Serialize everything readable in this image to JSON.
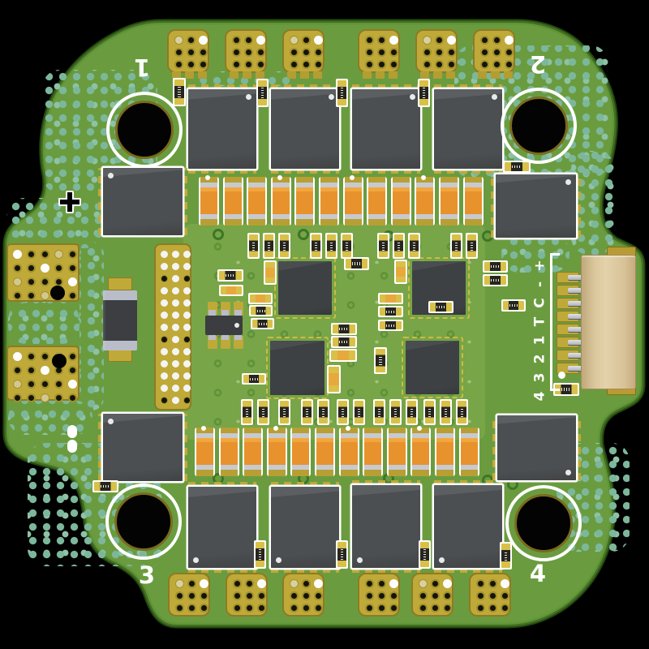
{
  "board": {
    "corner_labels": [
      "1",
      "2",
      "3",
      "4"
    ],
    "connector": {
      "label": "+-CT1234",
      "pin_count": 8
    },
    "capacitor_banks": {
      "banks": 2,
      "capacitors_per_bank": 12
    },
    "power_mosfets": 12,
    "driver_ics": 4,
    "mounting_holes": 4,
    "colors": {
      "background": "#000000",
      "board_green": "#6a9c3f",
      "board_edge": "#24470f",
      "board_edge_inner": "#598f33",
      "silkscreen": "#ffffff",
      "gold": "#bfa938",
      "gold_dark": "#8d7b24",
      "mosfet_gray": "#4c4f51",
      "ic_gray": "#3e4143",
      "cap_orange": "#e8922d",
      "cap_metal": "#c6cad0",
      "via_teal": "#7db79b",
      "via_ring": "#3e7627",
      "connector_tan": "#d8c298",
      "chip_black": "#26251e",
      "lead_silver": "#b9bcc9"
    }
  }
}
